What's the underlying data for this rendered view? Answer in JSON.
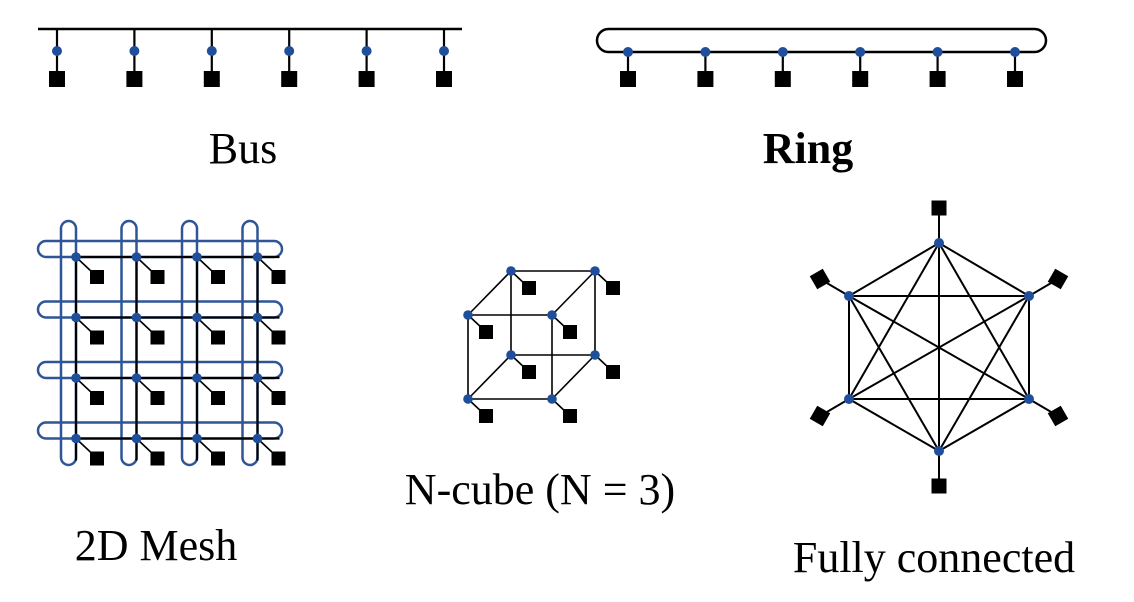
{
  "labels": {
    "bus": "Bus",
    "ring": "Ring",
    "mesh": "2D Mesh",
    "ncube": "N-cube (N = 3)",
    "full": "Fully connected"
  },
  "colors": {
    "node": "#1f4e9a",
    "mesh_ring": "#2f5597",
    "link": "#000000",
    "processor": "#000000"
  },
  "icons": {
    "node": "blue-dot-icon",
    "processor": "black-square-icon"
  },
  "counts": {
    "bus_nodes": 6,
    "ring_nodes": 6,
    "mesh_rows": 4,
    "mesh_cols": 4,
    "cube_vertices": 8,
    "full_nodes": 6
  }
}
